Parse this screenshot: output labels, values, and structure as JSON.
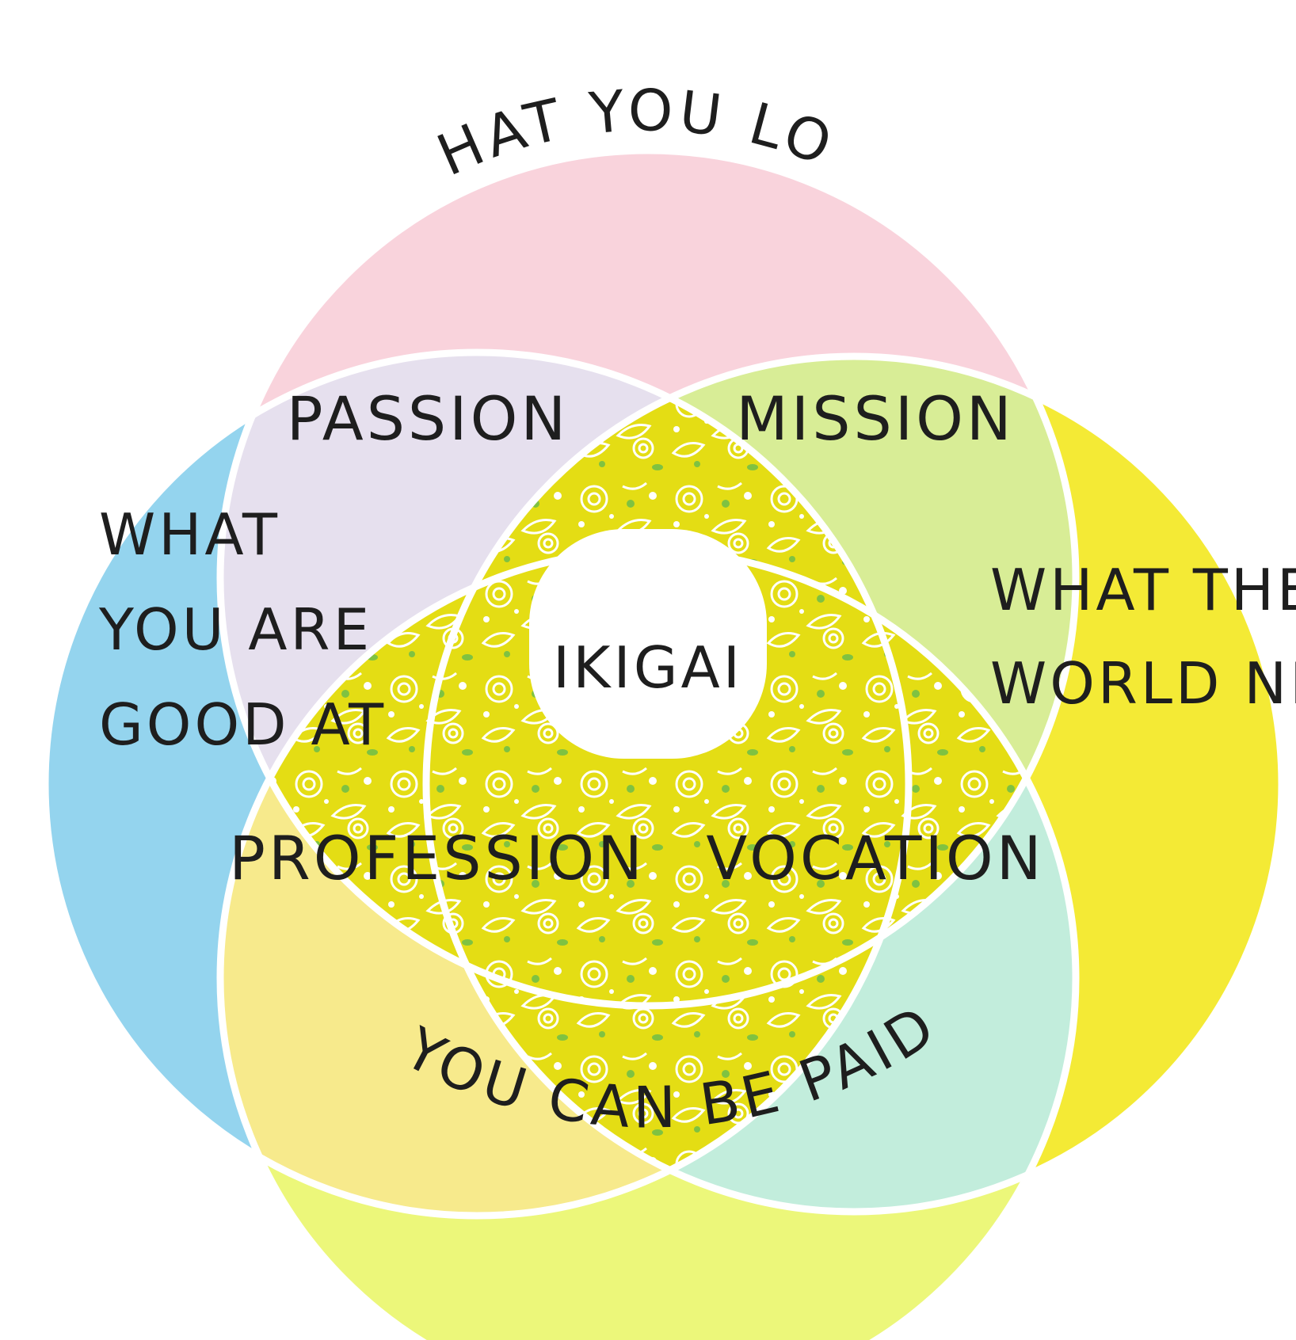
{
  "diagram": {
    "circles": {
      "love": {
        "label": "WHAT YOU LOVE",
        "color": "#f9d3dc"
      },
      "good_at": {
        "lines": [
          "WHAT",
          "YOU ARE",
          "GOOD AT"
        ],
        "color": "#94d4ee"
      },
      "world_needs": {
        "lines": [
          "WHAT THE",
          "WORLD NEEDS"
        ],
        "color": "#f4ea35"
      },
      "paid_for": {
        "label": "WHAT YOU CAN BE PAID FOR",
        "color": "#ecf77a"
      }
    },
    "overlaps": {
      "passion": {
        "label": "PASSION",
        "color": "#e6e0ee"
      },
      "mission": {
        "label": "MISSION",
        "color": "#d8ed96"
      },
      "profession": {
        "label": "PROFESSION",
        "color": "#f7ea8c"
      },
      "vocation": {
        "label": "VOCATION",
        "color": "#c2eddc"
      }
    },
    "petal_color": "#e4dd14",
    "center": {
      "label": "IKIGAI",
      "color": "#ffffff"
    },
    "border_color": "#ffffff"
  }
}
